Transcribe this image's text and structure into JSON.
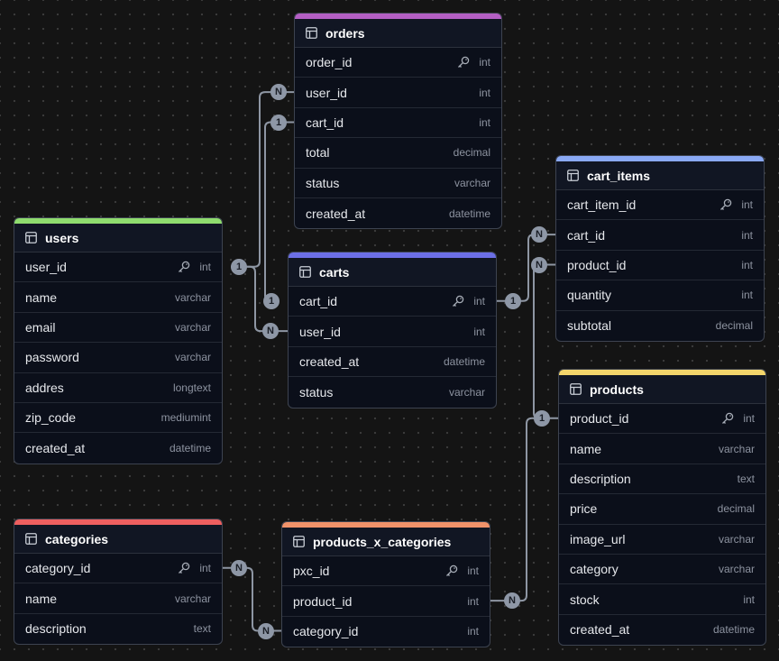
{
  "colors": {
    "orders": "#b45fc4",
    "users": "#8fdc6e",
    "carts": "#6c6fe6",
    "cart_items": "#8aa9f4",
    "products": "#f3d56b",
    "categories": "#ee5f5f",
    "products_x_categories": "#f0926a",
    "edge": "#8e96a3",
    "badge": "#8e97a6"
  },
  "icons": {
    "table": "table-icon",
    "primary_key": "key-icon"
  },
  "tables": {
    "orders": {
      "title": "orders",
      "columns": [
        {
          "name": "order_id",
          "type": "int",
          "pk": true
        },
        {
          "name": "user_id",
          "type": "int"
        },
        {
          "name": "cart_id",
          "type": "int"
        },
        {
          "name": "total",
          "type": "decimal"
        },
        {
          "name": "status",
          "type": "varchar"
        },
        {
          "name": "created_at",
          "type": "datetime"
        }
      ]
    },
    "cart_items": {
      "title": "cart_items",
      "columns": [
        {
          "name": "cart_item_id",
          "type": "int",
          "pk": true
        },
        {
          "name": "cart_id",
          "type": "int"
        },
        {
          "name": "product_id",
          "type": "int"
        },
        {
          "name": "quantity",
          "type": "int"
        },
        {
          "name": "subtotal",
          "type": "decimal"
        }
      ]
    },
    "users": {
      "title": "users",
      "columns": [
        {
          "name": "user_id",
          "type": "int",
          "pk": true
        },
        {
          "name": "name",
          "type": "varchar"
        },
        {
          "name": "email",
          "type": "varchar"
        },
        {
          "name": "password",
          "type": "varchar"
        },
        {
          "name": "addres",
          "type": "longtext"
        },
        {
          "name": "zip_code",
          "type": "mediumint"
        },
        {
          "name": "created_at",
          "type": "datetime"
        }
      ]
    },
    "carts": {
      "title": "carts",
      "columns": [
        {
          "name": "cart_id",
          "type": "int",
          "pk": true
        },
        {
          "name": "user_id",
          "type": "int"
        },
        {
          "name": "created_at",
          "type": "datetime"
        },
        {
          "name": "status",
          "type": "varchar"
        }
      ]
    },
    "products": {
      "title": "products",
      "columns": [
        {
          "name": "product_id",
          "type": "int",
          "pk": true
        },
        {
          "name": "name",
          "type": "varchar"
        },
        {
          "name": "description",
          "type": "text"
        },
        {
          "name": "price",
          "type": "decimal"
        },
        {
          "name": "image_url",
          "type": "varchar"
        },
        {
          "name": "category",
          "type": "varchar"
        },
        {
          "name": "stock",
          "type": "int"
        },
        {
          "name": "created_at",
          "type": "datetime"
        }
      ]
    },
    "categories": {
      "title": "categories",
      "columns": [
        {
          "name": "category_id",
          "type": "int",
          "pk": true
        },
        {
          "name": "name",
          "type": "varchar"
        },
        {
          "name": "description",
          "type": "text"
        }
      ]
    },
    "products_x_categories": {
      "title": "products_x_categories",
      "columns": [
        {
          "name": "pxc_id",
          "type": "int",
          "pk": true
        },
        {
          "name": "product_id",
          "type": "int"
        },
        {
          "name": "category_id",
          "type": "int"
        }
      ]
    }
  },
  "relationships": [
    {
      "from": "users.user_id",
      "from_card": "1",
      "to": "orders.user_id",
      "to_card": "N"
    },
    {
      "from": "users.user_id",
      "from_card": "1",
      "to": "carts.user_id",
      "to_card": "N"
    },
    {
      "from": "carts.cart_id",
      "from_card": "1",
      "to": "orders.cart_id",
      "to_card": "1"
    },
    {
      "from": "carts.cart_id",
      "from_card": "1",
      "to": "cart_items.cart_id",
      "to_card": "N"
    },
    {
      "from": "products.product_id",
      "from_card": "1",
      "to": "cart_items.product_id",
      "to_card": "N"
    },
    {
      "from": "products.product_id",
      "from_card": "1",
      "to": "products_x_categories.product_id",
      "to_card": "N"
    },
    {
      "from": "categories.category_id",
      "from_card": "N",
      "to": "products_x_categories.category_id",
      "to_card": "N"
    }
  ]
}
